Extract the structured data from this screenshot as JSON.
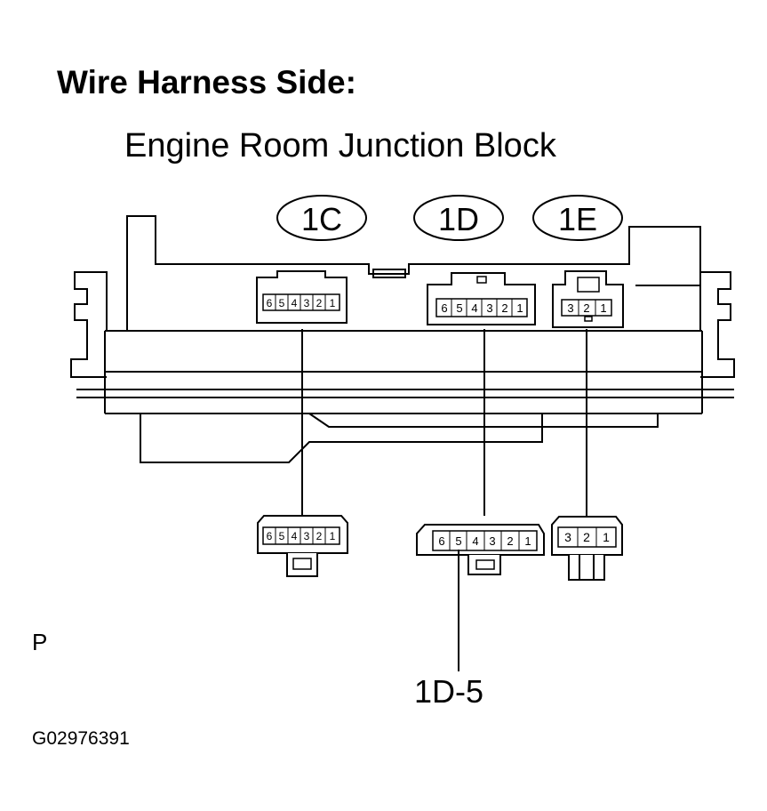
{
  "diagram": {
    "heading": "Wire Harness Side:",
    "subheading": "Engine Room Junction Block",
    "connector_ids": [
      "1C",
      "1D",
      "1E"
    ],
    "connectors": [
      {
        "id": "1C",
        "pins": [
          "6",
          "5",
          "4",
          "3",
          "2",
          "1"
        ]
      },
      {
        "id": "1D",
        "pins": [
          "6",
          "5",
          "4",
          "3",
          "2",
          "1"
        ]
      },
      {
        "id": "1E",
        "pins": [
          "3",
          "2",
          "1"
        ]
      }
    ],
    "callout": "1D-5",
    "footer_letter": "P",
    "figure_code": "G02976391"
  }
}
